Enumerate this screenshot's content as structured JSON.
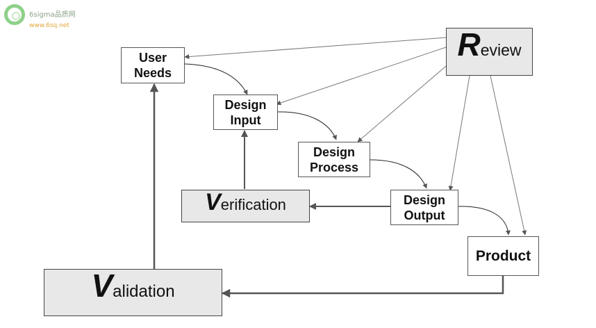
{
  "watermark": {
    "name": "6sigma品质网",
    "url": "www.6sq.net"
  },
  "nodes": {
    "user_needs": {
      "line1": "User",
      "line2": "Needs"
    },
    "design_input": {
      "line1": "Design",
      "line2": "Input"
    },
    "design_process": {
      "line1": "Design",
      "line2": "Process"
    },
    "design_output": {
      "line1": "Design",
      "line2": "Output"
    },
    "product": {
      "label": "Product"
    },
    "review": {
      "initial": "R",
      "rest": "eview"
    },
    "verification": {
      "initial": "V",
      "rest": "erification"
    },
    "validation": {
      "initial": "V",
      "rest": "alidation"
    }
  },
  "colors": {
    "box_border": "#555555",
    "emphasis_fill": "#e8e8e8",
    "arrow_line": "#777777",
    "arrow_head": "#555555"
  }
}
